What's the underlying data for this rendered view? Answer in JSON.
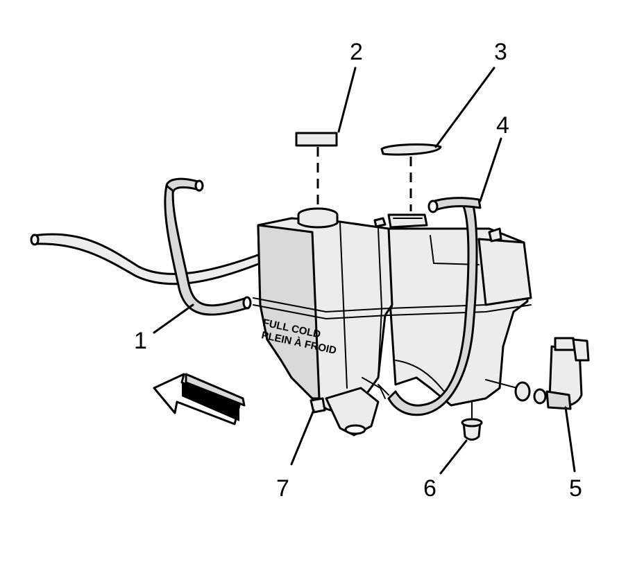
{
  "callouts": [
    {
      "id": "1",
      "label": "1"
    },
    {
      "id": "2",
      "label": "2"
    },
    {
      "id": "3",
      "label": "3"
    },
    {
      "id": "4",
      "label": "4"
    },
    {
      "id": "5",
      "label": "5"
    },
    {
      "id": "6",
      "label": "6"
    },
    {
      "id": "7",
      "label": "7"
    }
  ],
  "tank_text": {
    "line1": "FULL COLD",
    "line2": "PLEIN À FROID"
  },
  "colors": {
    "line": "#000000",
    "shade": "#d9d9d9",
    "background": "#ffffff"
  }
}
